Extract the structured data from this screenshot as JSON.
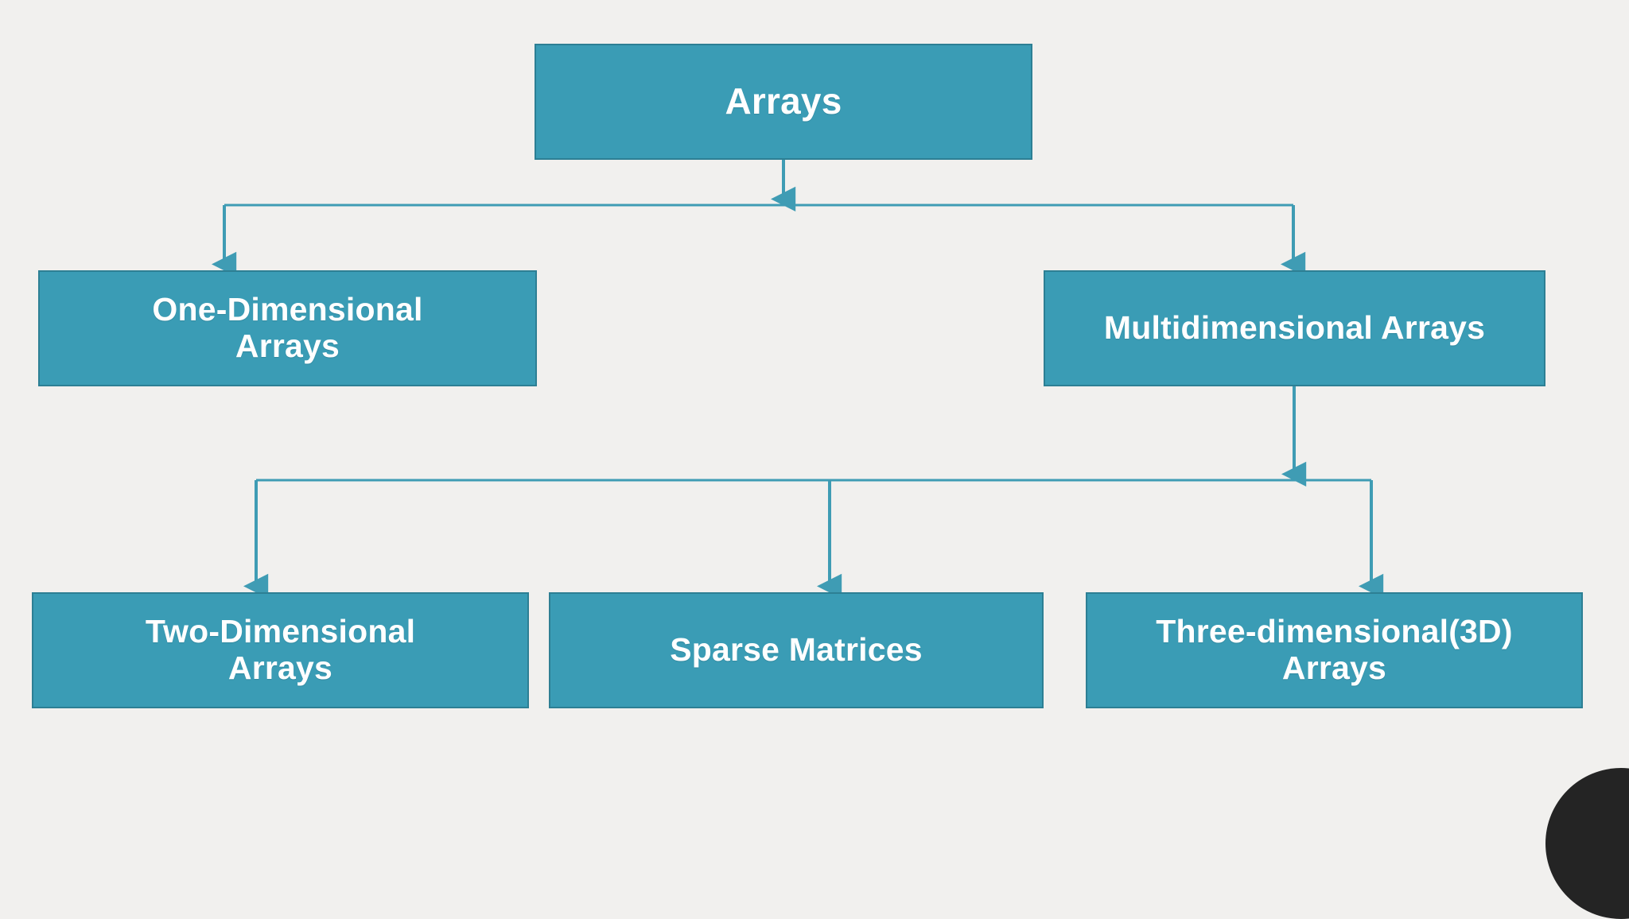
{
  "diagram": {
    "title": "Arrays",
    "type": "hierarchy-tree",
    "background_color": "#f1f0ee",
    "node_fill_color": "#3a9cb5",
    "node_border_color": "#2d7f94",
    "node_text_color": "#ffffff",
    "connector_color": "#3f9cb4",
    "levels": [
      {
        "level": 1,
        "nodes": [
          {
            "id": "root",
            "label": "Arrays"
          }
        ]
      },
      {
        "level": 2,
        "nodes": [
          {
            "id": "one-dimensional",
            "label": "One-Dimensional\nArrays"
          },
          {
            "id": "multidimensional",
            "label": "Multidimensional Arrays"
          }
        ]
      },
      {
        "level": 3,
        "nodes": [
          {
            "id": "two-dimensional",
            "label": "Two-Dimensional\nArrays"
          },
          {
            "id": "sparse-matrices",
            "label": "Sparse Matrices"
          },
          {
            "id": "three-dimensional",
            "label": "Three-dimensional(3D)\nArrays"
          }
        ]
      }
    ],
    "edges": [
      {
        "from": "root",
        "to": "one-dimensional"
      },
      {
        "from": "root",
        "to": "multidimensional"
      },
      {
        "from": "multidimensional",
        "to": "two-dimensional"
      },
      {
        "from": "multidimensional",
        "to": "sparse-matrices"
      },
      {
        "from": "multidimensional",
        "to": "three-dimensional"
      }
    ]
  },
  "overlay": {
    "webcam_bubble_color": "#242424"
  }
}
